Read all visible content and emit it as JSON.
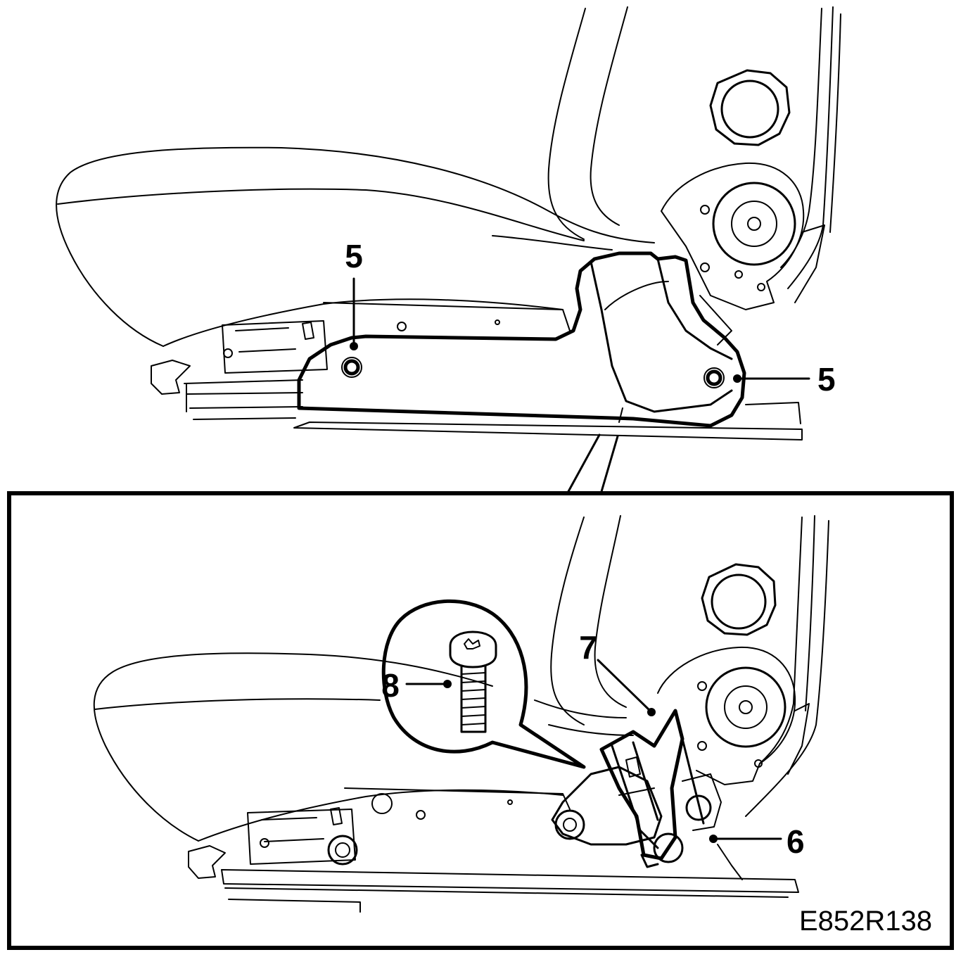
{
  "labels": {
    "top_left": "5",
    "top_right": "5",
    "inset_screw": "8",
    "inset_upper": "7",
    "inset_lower": "6"
  },
  "figure_code": "E852R138",
  "colors": {
    "ink": "#000000",
    "paper": "#ffffff"
  }
}
